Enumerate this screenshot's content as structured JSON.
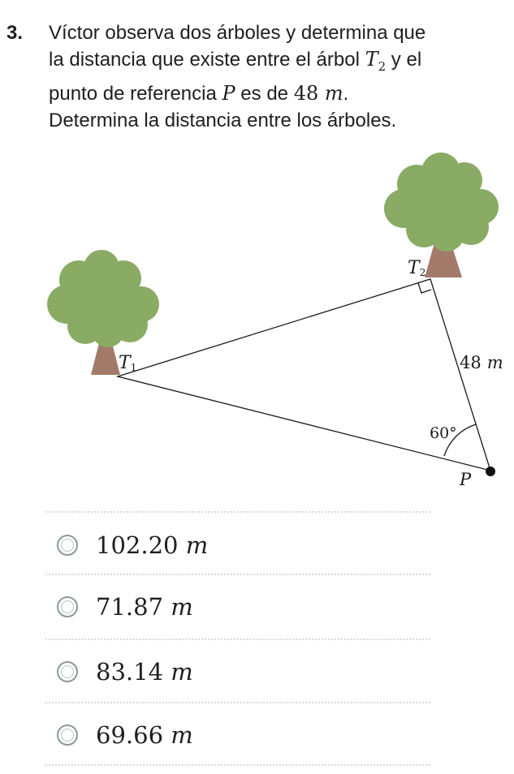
{
  "question": {
    "number": "3.",
    "line1": "Víctor observa dos árboles y determina que",
    "line2_a": "la distancia que existe entre el árbol ",
    "line2_var": "T",
    "line2_sub": "2",
    "line2_b": " y el",
    "line3_a": "punto de referencia ",
    "line3_var": "P",
    "line3_b": " es de ",
    "line3_num": "48 ",
    "line3_unit": "m",
    "line3_end": ".",
    "line4": "Determina la distancia entre los árboles."
  },
  "figure": {
    "label_t1": "T",
    "label_t1_sub": "1",
    "label_t2": "T",
    "label_t2_sub": "2",
    "label_p": "P",
    "label_side": "48",
    "label_side_unit": "m",
    "label_angle": "60°",
    "colors": {
      "foliage": "#8aab63",
      "trunk": "#a37a6a",
      "line": "#1a1a1a"
    }
  },
  "options": [
    {
      "value": "102.20",
      "unit": "m"
    },
    {
      "value": "71.87",
      "unit": "m"
    },
    {
      "value": "83.14",
      "unit": "m"
    },
    {
      "value": "69.66",
      "unit": "m"
    }
  ]
}
